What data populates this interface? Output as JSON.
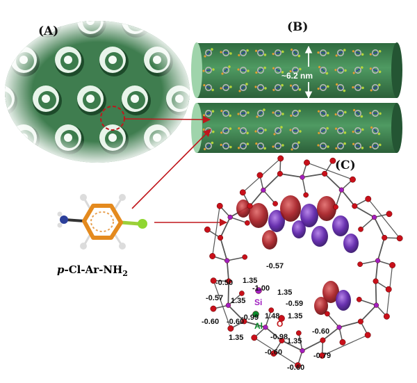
{
  "panels": {
    "a": "(A)",
    "b": "(B)",
    "c": "(C)"
  },
  "panel_b": {
    "pore_diameter": "~6.2 nm"
  },
  "molecule": {
    "prefix": "p",
    "main": "-Cl-Ar-NH",
    "subscript": "2"
  },
  "atom_labels": [
    {
      "text": "Si",
      "color": "#a020c0"
    },
    {
      "text": "O",
      "color": "#c0161b"
    },
    {
      "text": "Al",
      "color": "#0d8a2c"
    }
  ],
  "charge_labels": [
    "-0.57",
    "-0.50",
    "1.35",
    "-1.00",
    "1.35",
    "-0.57",
    "1.35",
    "-0.59",
    "-0.99",
    "1.48",
    "1.35",
    "-0.60",
    "-0.60",
    "-0.98",
    "-0.60",
    "1.35",
    "1.35",
    "-0.60",
    "-0.79",
    "-0.60"
  ],
  "colors": {
    "mesoporous_green": "#3f7d4f",
    "arrow_red": "#c0161b",
    "oxygen_red": "#c8101a",
    "silicon_purple": "#a020c0",
    "aluminum_green": "#0d8a2c"
  }
}
